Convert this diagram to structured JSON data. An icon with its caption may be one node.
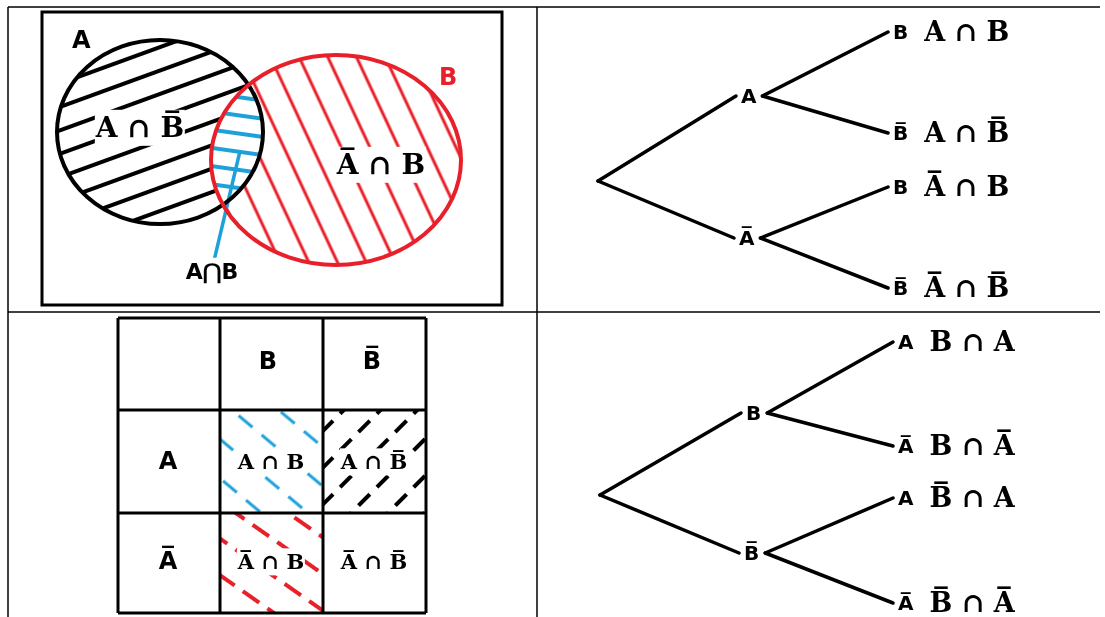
{
  "diagram": {
    "nodes": [
      {
        "text": [
          "A"
        ]
      },
      {
        "text": [
          "B"
        ]
      },
      {
        "text": [],
        "shape": "lens"
      },
      {
        "text": [
          "A⋂B"
        ]
      },
      {
        "text": [
          "A"
        ]
      },
      {
        "text": [
          "A̅"
        ]
      },
      {
        "text": [
          "B"
        ],
        "beside": [
          "A ∩ B"
        ]
      },
      {
        "text": [
          "B̅"
        ],
        "beside": [
          "A ∩ B̅"
        ]
      },
      {
        "text": [
          "B"
        ],
        "beside": [
          "A̅ ∩ B"
        ]
      },
      {
        "text": [
          "B̅"
        ],
        "beside": [
          "A̅ ∩ B̅"
        ]
      },
      {
        "text": [
          "B"
        ]
      },
      {
        "text": [
          "B̅"
        ]
      },
      {
        "text": [
          "A"
        ],
        "beside": [
          "B ∩ A"
        ]
      },
      {
        "text": [
          "A̅"
        ],
        "beside": [
          "B ∩ A̅"
        ]
      },
      {
        "text": [
          "A"
        ],
        "beside": [
          "B̅ ∩ A"
        ]
      },
      {
        "text": [
          "A̅"
        ],
        "beside": [
          "B̅ ∩ A̅"
        ]
      }
    ],
    "edges": [
      {
        "from": 3,
        "to": 2,
        "arrow": "none",
        "color": "#1da1d8"
      },
      {
        "from": null,
        "to": 4,
        "arrow": "none"
      },
      {
        "from": null,
        "to": 5,
        "arrow": "none"
      },
      {
        "from": 4,
        "to": 6,
        "arrow": "none"
      },
      {
        "from": 4,
        "to": 7,
        "arrow": "none"
      },
      {
        "from": 5,
        "to": 8,
        "arrow": "none"
      },
      {
        "from": 5,
        "to": 9,
        "arrow": "none"
      },
      {
        "from": null,
        "to": 10,
        "arrow": "none"
      },
      {
        "from": null,
        "to": 11,
        "arrow": "none"
      },
      {
        "from": 10,
        "to": 12,
        "arrow": "none"
      },
      {
        "from": 10,
        "to": 13,
        "arrow": "none"
      },
      {
        "from": 11,
        "to": 14,
        "arrow": "none"
      },
      {
        "from": 11,
        "to": 15,
        "arrow": "none"
      }
    ],
    "labels": [
      "A ∩ B̅",
      "A̅ ∩ B",
      "B",
      "B̅",
      "A",
      "A ∩ B",
      "A ∩ B̅",
      "A̅",
      "A̅ ∩ B",
      "A̅ ∩ B̅"
    ]
  }
}
